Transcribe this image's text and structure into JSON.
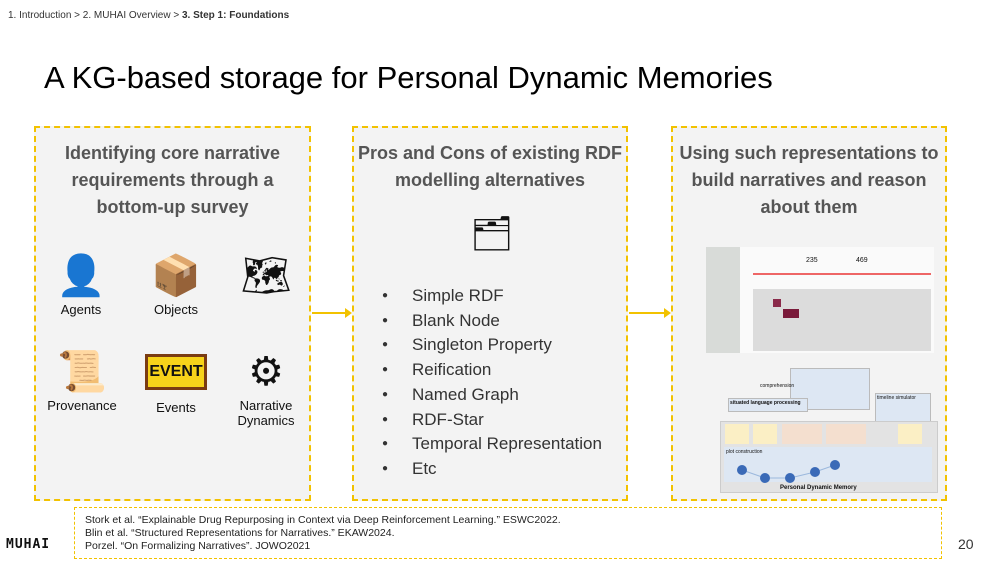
{
  "breadcrumb": {
    "items": [
      "1. Introduction",
      "2. MUHAI Overview"
    ],
    "current": "3. Step 1: Foundations",
    "separator": " > "
  },
  "title": "A KG-based storage for Personal Dynamic Memories",
  "columns": [
    {
      "heading": "Identifying core narrative requirements through a bottom-up survey",
      "icons": [
        {
          "label": "Agents",
          "icon": "person-icon"
        },
        {
          "label": "Objects",
          "icon": "box-icon"
        },
        {
          "label": "",
          "icon": "map-icon"
        },
        {
          "label": "Provenance",
          "icon": "scroll-check-icon"
        },
        {
          "label": "Events",
          "icon": "event-sign-icon"
        },
        {
          "label": "Narrative Dynamics",
          "icon": "gears-icon"
        }
      ]
    },
    {
      "heading": "Pros and Cons of existing RDF modelling alternatives",
      "icon": "data-network-icon",
      "items": [
        "Simple RDF",
        "Blank Node",
        "Singleton Property",
        "Reification",
        "Named Graph",
        "RDF-Star",
        "Temporal Representation",
        "Etc"
      ]
    },
    {
      "heading": "Using such representations to build narratives and reason about them",
      "dashboard": {
        "stats": [
          "235",
          "469"
        ]
      },
      "diagram": {
        "labels": {
          "comprehension": "comprehension",
          "memory": "Personal Dynamic Memory",
          "plot": "plot construction",
          "slp": "situated language processing",
          "browser": "timeline simulator"
        }
      }
    }
  ],
  "references": [
    "Stork et al. “Explainable Drug Repurposing in Context via Deep Reinforcement Learning.” ESWC2022.",
    "Blin et al. “Structured Representations for Narratives.” EKAW2024.",
    "Porzel. “On Formalizing Narratives”. JOWO2021"
  ],
  "logo": "MUHAI",
  "page_number": "20",
  "colors": {
    "accent": "#f2c200",
    "box_bg": "#f3f3f3"
  }
}
